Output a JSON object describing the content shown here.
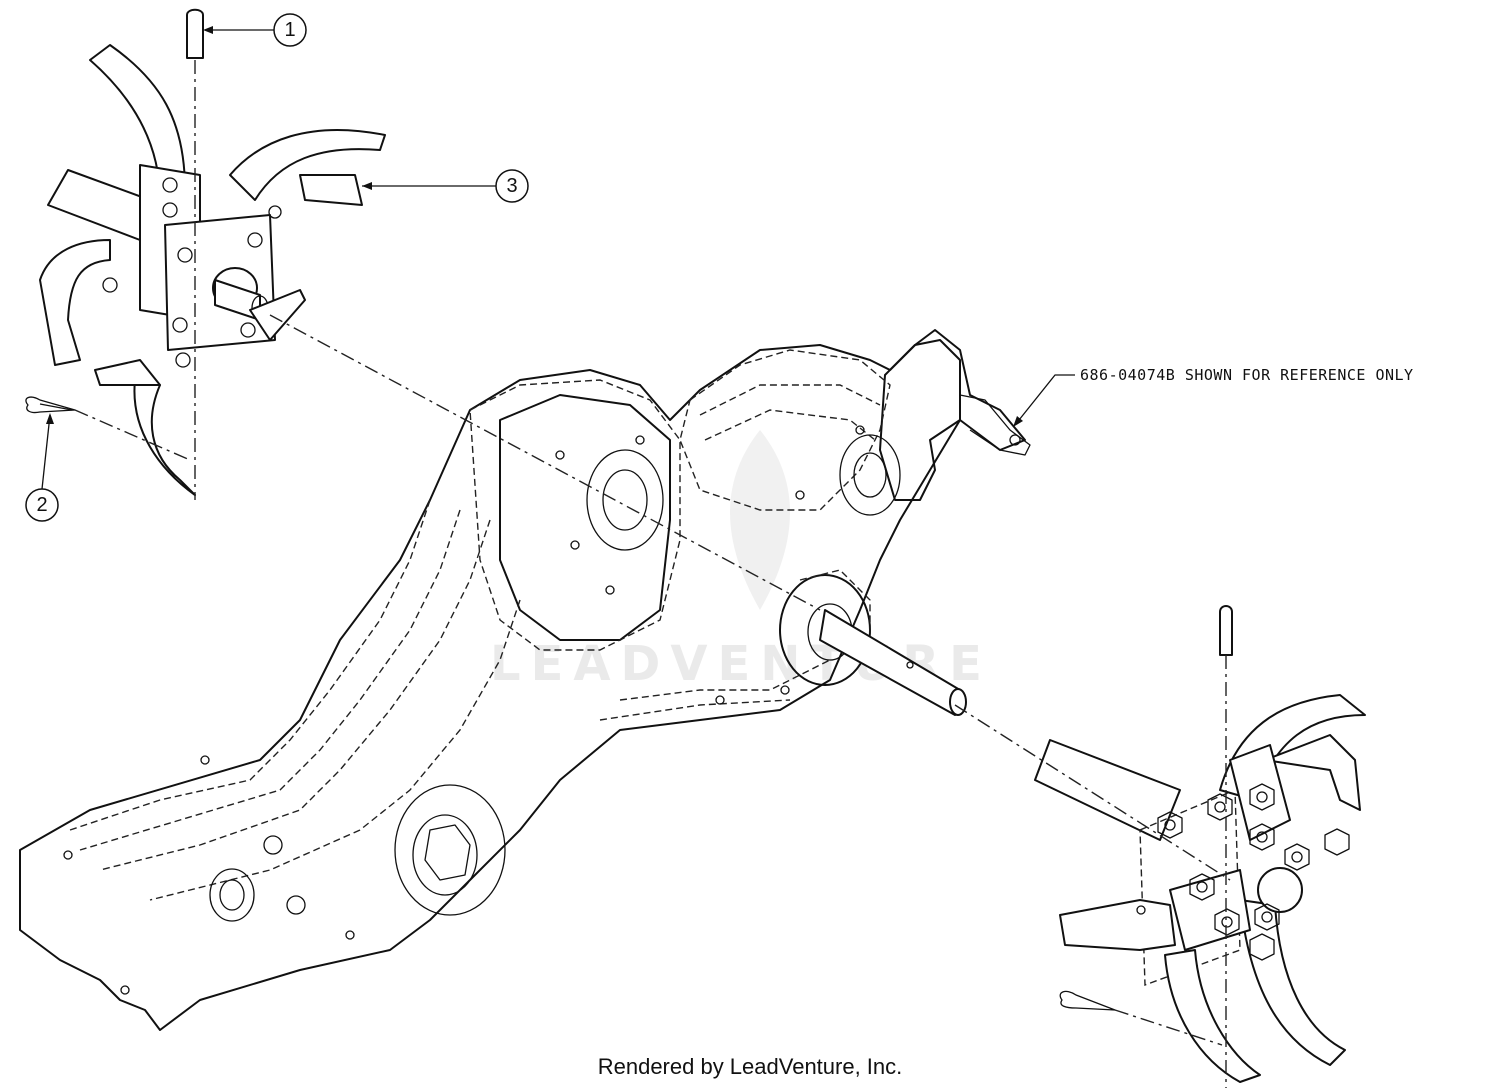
{
  "callouts": [
    {
      "number": "1"
    },
    {
      "number": "2"
    },
    {
      "number": "3"
    }
  ],
  "reference_note": "686-04074B SHOWN FOR REFERENCE ONLY",
  "watermark": "LEADVENTURE",
  "footer": "Rendered by LeadVenture, Inc."
}
